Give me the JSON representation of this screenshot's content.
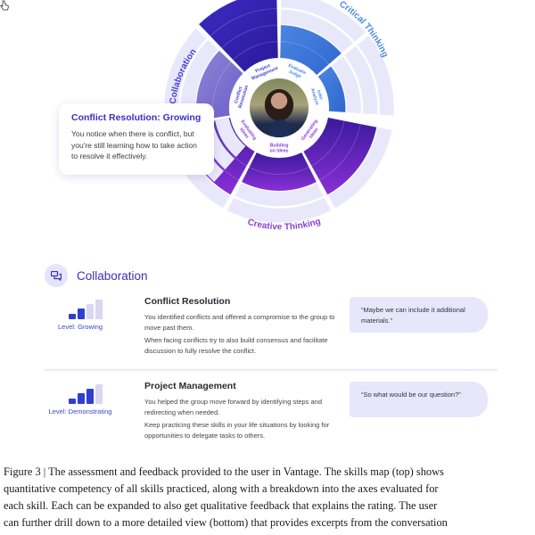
{
  "skills_map": {
    "groups": [
      {
        "label": "Collaboration",
        "color": "#4a3fd3"
      },
      {
        "label": "Critical Thinking",
        "color": "#4f8ae6"
      },
      {
        "label": "Creative Thinking",
        "color": "#8a3fd6"
      }
    ],
    "axes": [
      {
        "label_line1": "Project",
        "label_line2": "Management",
        "group": "Collaboration",
        "filled_levels": 4
      },
      {
        "label_line1": "Conflict",
        "label_line2": "Resolution",
        "group": "Collaboration",
        "filled_levels": 2,
        "highlighted": true
      },
      {
        "label_line1": "Evaluate",
        "label_line2": "Judge",
        "group": "Critical Thinking",
        "filled_levels": 2
      },
      {
        "label_line1": "Infer",
        "label_line2": "Analyze",
        "group": "Critical Thinking",
        "filled_levels": 1
      },
      {
        "label_line1": "Generating",
        "label_line2": "Ideas",
        "group": "Creative Thinking",
        "filled_levels": 3
      },
      {
        "label_line1": "Building",
        "label_line2": "on Ideas",
        "group": "Creative Thinking",
        "filled_levels": 2
      },
      {
        "label_line1": "Evaluating",
        "label_line2": "Ideas",
        "group": "Creative Thinking",
        "filled_levels": 3
      }
    ],
    "tooltip": {
      "title": "Conflict Resolution: Growing",
      "body": "You notice when there is conflict, but you're still learning how to take action to resolve it effectively."
    }
  },
  "detail": {
    "section_icon": "chat-bubbles-icon",
    "section_title": "Collaboration",
    "items": [
      {
        "level": "Level: Growing",
        "level_value": 2,
        "level_max": 4,
        "title": "Conflict Resolution",
        "feedback": "You identified conflicts and offered a compromise to the group to move past them.",
        "suggestion": "When facing conflicts try to also build consensus and facilitate discussion to fully resolve the conflict.",
        "quote": "“Maybe we can include it additional materials.”"
      },
      {
        "level": "Level: Demonstrating",
        "level_value": 3,
        "level_max": 4,
        "title": "Project Management",
        "feedback": "You helped the group move forward by identifying steps and redirecting when needed.",
        "suggestion": "Keep practicing these skills in your life situations by looking for opportunities to delegate tasks to others.",
        "quote": "“So what would be our question?”"
      }
    ]
  },
  "caption": {
    "lines": [
      "Figure 3 | The assessment and feedback provided to the user in Vantage. The skills map (top) shows",
      "quantitative competency of all skills practiced, along with a breakdown into the axes evaluated for",
      "each skill. Each can be expanded to also get qualitative feedback that explains the rating. The user",
      "can further drill down to a more detailed view (bottom) that provides excerpts from the conversation"
    ]
  },
  "colors": {
    "accent": "#3a2fc4",
    "level_active": "#2f3fd0",
    "level_inactive": "#d8d8ef",
    "ring_empty": "#e9e8fb",
    "quote_bg": "#e7e6fa"
  }
}
